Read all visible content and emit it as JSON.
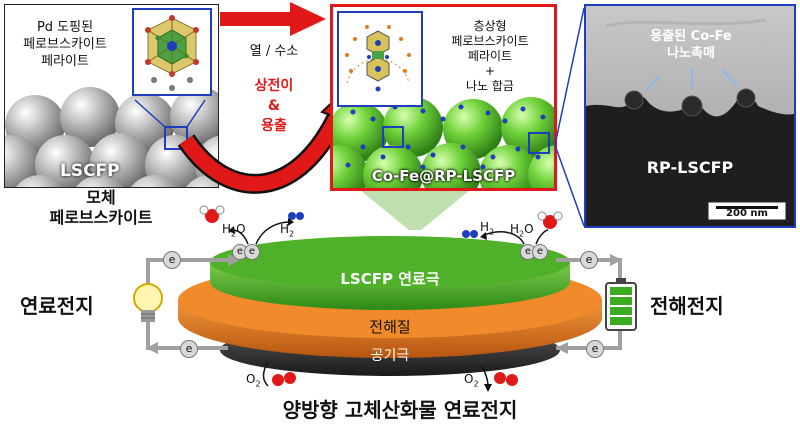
{
  "panel1": {
    "text_lines": [
      "Pd 도핑된",
      "페로브스카이트",
      "페라이트"
    ],
    "lscfp_label": "LSCFP",
    "caption_lines": [
      "모체",
      "페로브스카이트"
    ]
  },
  "arrow": {
    "top_label": "열 / 수소",
    "red_lines": [
      "상전이",
      "&",
      "용출"
    ]
  },
  "panel2": {
    "text_lines": [
      "층상형",
      "페로브스카이트",
      "페라이트",
      "+",
      "나노 합금"
    ],
    "bottom_label": "Co-Fe@RP-LSCFP"
  },
  "panel3": {
    "label_lines": [
      "용출된 Co-Fe",
      "나노촉매"
    ],
    "center_label": "RP-LSCFP",
    "scale_bar": "200 nm"
  },
  "cell": {
    "anode_label": "LSCFP 연료극",
    "electrolyte_label": "전해질",
    "cathode_label": "공기극",
    "left_mode": "연료전지",
    "right_mode": "전해전지",
    "electron": "e",
    "h2o": "H",
    "h2o_sub": "2",
    "h2o_tail": "O",
    "h2": "H",
    "h2_sub": "2",
    "o2": "O",
    "o2_sub": "2"
  },
  "title": "양방향 고체산화물 연료전지",
  "colors": {
    "red": "#e01818",
    "blue": "#1f3ebd",
    "green": "#3dab1f",
    "orange": "#e37a1d",
    "dark": "#2d2d2d"
  }
}
